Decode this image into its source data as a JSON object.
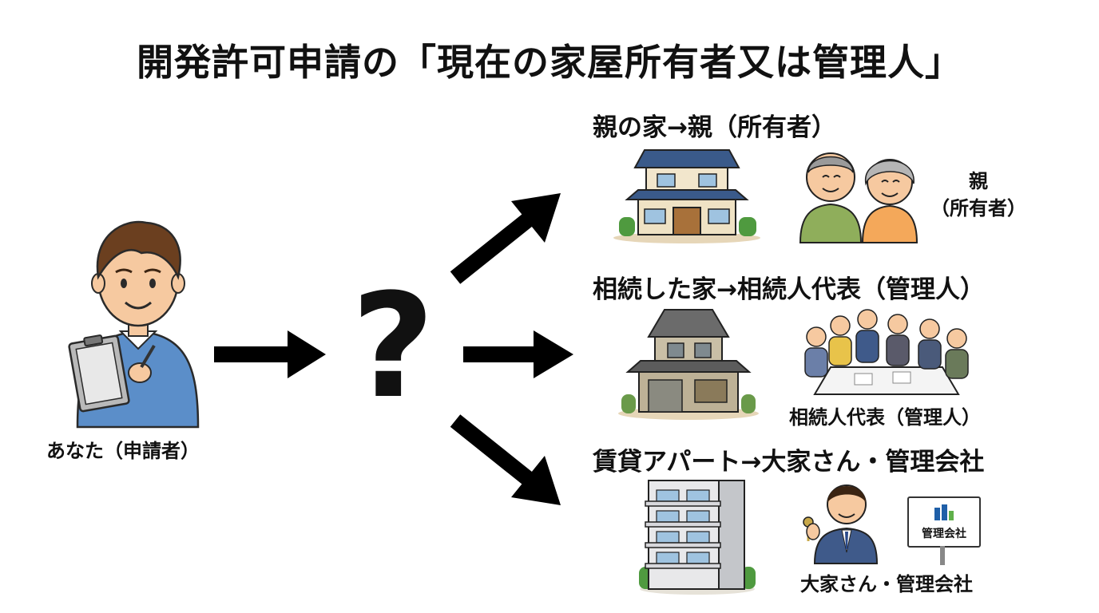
{
  "title": "開発許可申請の「現在の家屋所有者又は管理人」",
  "applicant": {
    "label": "あなた（申請者）"
  },
  "question_mark": "?",
  "cases": [
    {
      "heading": "親の家→親（所有者）",
      "person_label_line1": "親",
      "person_label_line2": "（所有者）"
    },
    {
      "heading": "相続した家→相続人代表（管理人）",
      "person_label": "相続人代表（管理人）"
    },
    {
      "heading": "賃貸アパート→大家さん・管理会社",
      "person_label": "大家さん・管理会社",
      "sign_text": "管理会社"
    }
  ]
}
